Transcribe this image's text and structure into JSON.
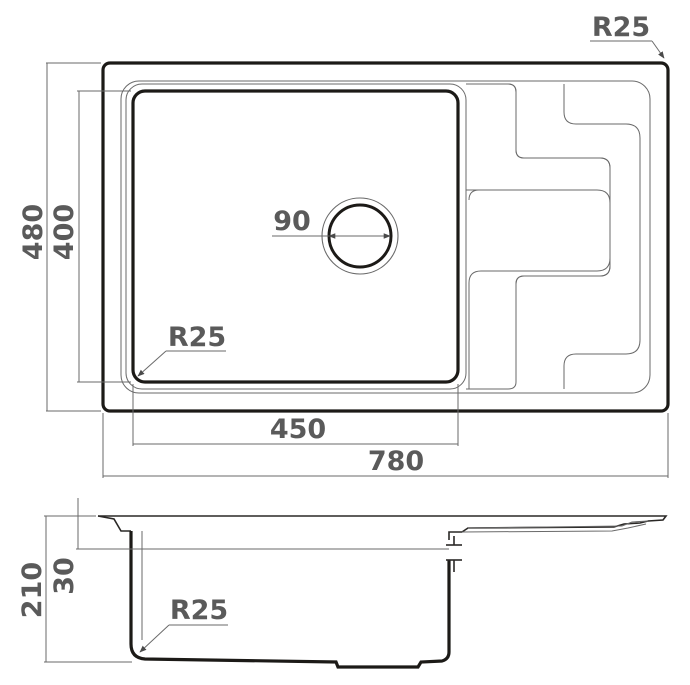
{
  "top_view": {
    "corner_radius_label": "R25",
    "drain_diameter_label": "90",
    "bowl_radius_label": "R25",
    "height_outer_label": "480",
    "height_bowl_label": "400",
    "width_bowl_label": "450",
    "width_outer_label": "780"
  },
  "side_view": {
    "depth_label": "210",
    "rim_label": "30",
    "bowl_radius_label": "R25"
  },
  "colors": {
    "outline": "#1c1a17",
    "dimension_lines": "#6a6a6a",
    "text": "#5a5a5a"
  }
}
